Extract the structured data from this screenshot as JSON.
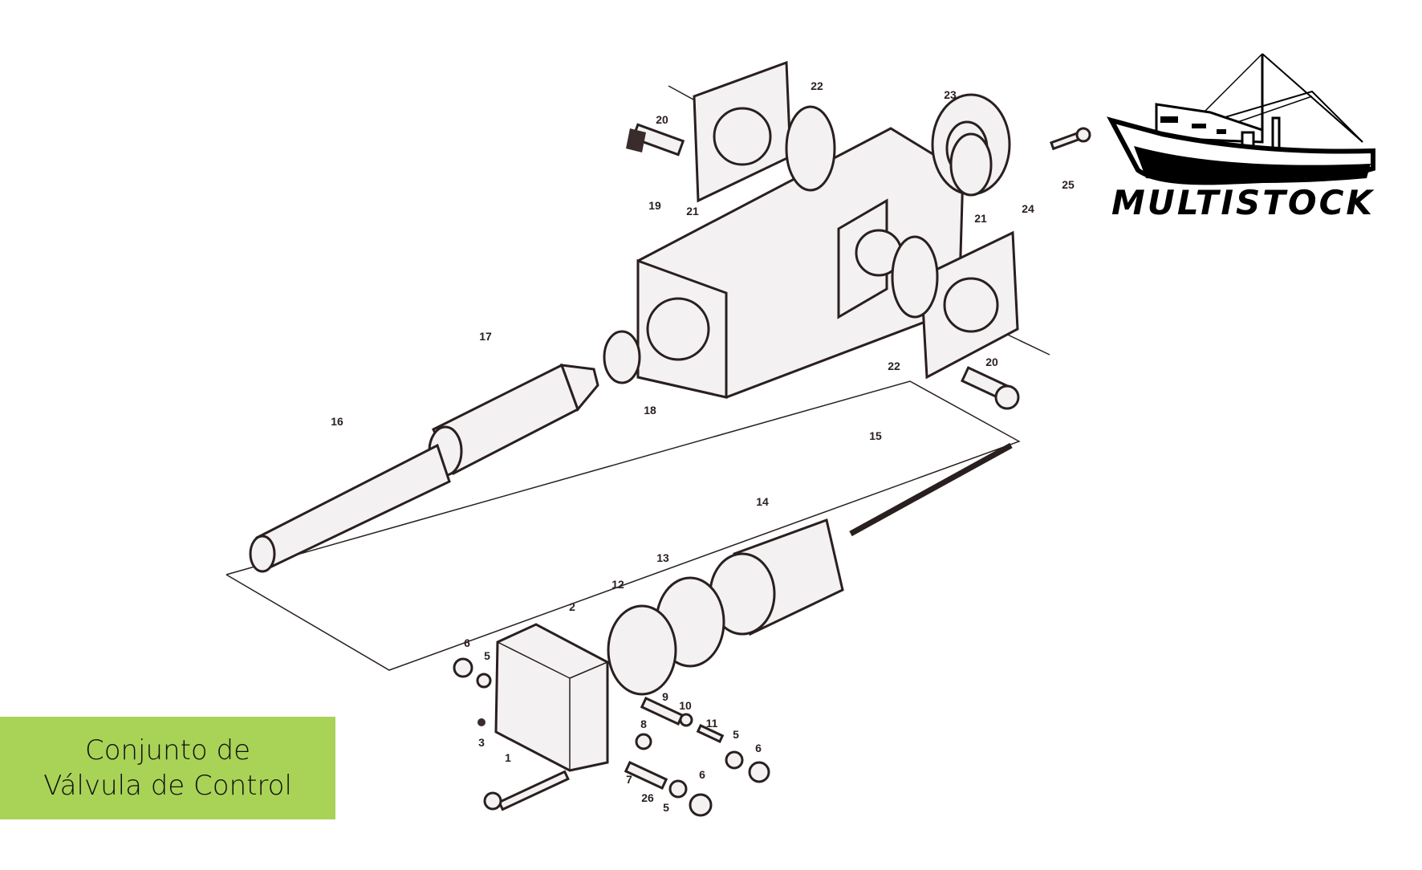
{
  "title": {
    "line1": "Conjunto de",
    "line2": "Válvula de Control"
  },
  "brand": {
    "name": "MULTISTOCK",
    "accent_color": "#a9d357"
  },
  "part_labels": [
    "22",
    "20",
    "23",
    "25",
    "24",
    "21",
    "19",
    "21",
    "17",
    "18",
    "22",
    "20",
    "16",
    "15",
    "14",
    "13",
    "12",
    "2",
    "6",
    "5",
    "9",
    "10",
    "8",
    "11",
    "5",
    "6",
    "3",
    "1",
    "7",
    "26",
    "6",
    "5"
  ]
}
